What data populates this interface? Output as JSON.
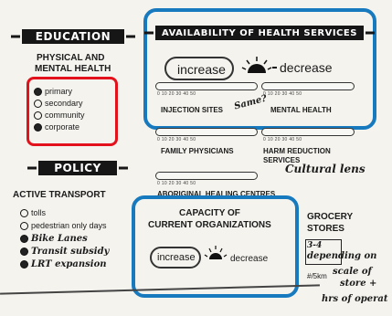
{
  "education": {
    "banner": "EDUCATION",
    "subheading_line1": "PHYSICAL AND",
    "subheading_line2": "MENTAL HEALTH",
    "options": [
      "primary",
      "secondary",
      "community",
      "corporate"
    ]
  },
  "policy": {
    "banner": "POLICY",
    "subheading": "ACTIVE TRANSPORT",
    "options": [
      "tolls",
      "pedestrian only days"
    ],
    "handwritten": [
      "Bike Lanes",
      "Transit subsidy",
      "LRT expansion"
    ]
  },
  "health_services": {
    "banner": "AVAILABILITY OF HEALTH SERVICES",
    "increase": "increase",
    "decrease": "decrease",
    "scale_ticks": "0 10 20 30 40 50",
    "items": {
      "injection_sites": "INJECTION SITES",
      "mental_health": "MENTAL HEALTH",
      "family_physicians": "FAMILY PHYSICIANS",
      "harm_reduction_line1": "HARM REDUCTION",
      "harm_reduction_line2": "SERVICES",
      "aboriginal": "ABORIGINAL HEALING CENTRES"
    },
    "handwritten_arrow": "Same?",
    "handwritten_note": "Cultural lens"
  },
  "capacity": {
    "title_line1": "CAPACITY OF",
    "title_line2": "CURRENT ORGANIZATIONS",
    "increase": "increase",
    "decrease": "decrease"
  },
  "grocery": {
    "title_line1": "GROCERY",
    "title_line2": "STORES",
    "per_km": "#/5km",
    "handwritten": [
      "3-4",
      "depending on",
      "scale of",
      "store +",
      "hrs of operat"
    ]
  },
  "colors": {
    "annotation_red": "#e3111b",
    "annotation_blue": "#1779be",
    "banner": "#161616"
  }
}
